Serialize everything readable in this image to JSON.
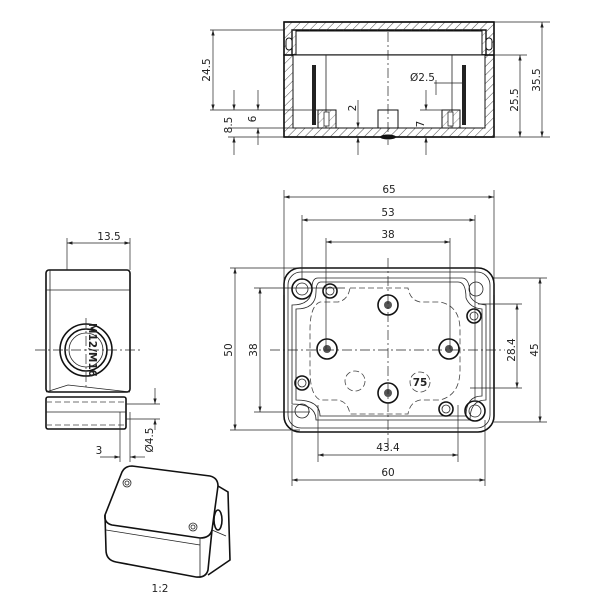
{
  "section_view": {
    "dims": {
      "h_24_5": "24.5",
      "h_8_5": "8.5",
      "h_6": "6",
      "h_2": "2",
      "h_7": "7",
      "dia_2_5": "Ø2.5",
      "h_25_5": "25.5",
      "h_35_5": "35.5"
    }
  },
  "plan_view": {
    "dims": {
      "w_65": "65",
      "w_53": "53",
      "w_38": "38",
      "h_50": "50",
      "h_38": "38",
      "h_28_4": "28.4",
      "h_45": "45",
      "w_43_4": "43.4",
      "w_60": "60"
    },
    "marking": "75"
  },
  "side_view": {
    "dims": {
      "w_13_5": "13.5",
      "w_3": "3",
      "dia_4_5": "Ø4.5"
    },
    "gland_label": "M12/M16"
  },
  "iso_view": {
    "scale": "1:2"
  }
}
